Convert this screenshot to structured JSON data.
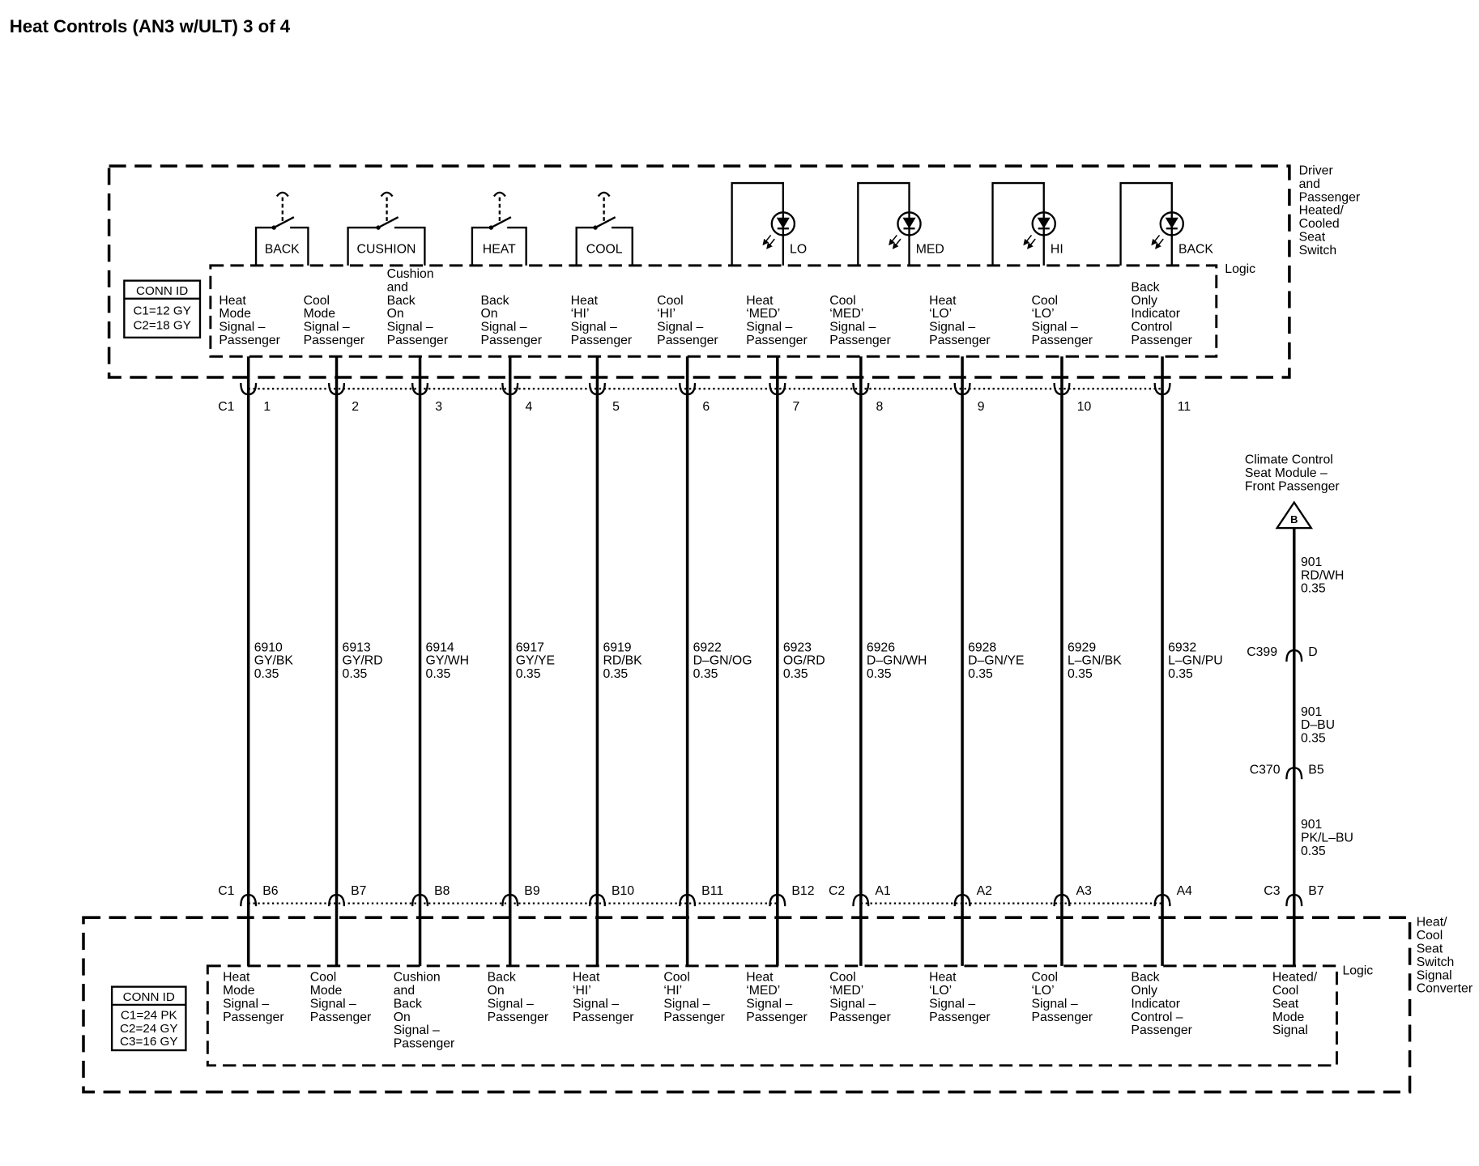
{
  "title": "Heat Controls (AN3 w/ULT) 3 of 4",
  "colors": {
    "ink": "#000000",
    "paper": "#ffffff"
  },
  "symbols": {
    "switch": "pushbutton-switch-icon",
    "indicator": "led-indicator-icon",
    "reference": "offpage-reference-triangle-icon",
    "terminal": "connector-terminal-icon"
  },
  "top_component": {
    "name_lines": [
      "Driver",
      "and",
      "Passenger",
      "Heated/",
      "Cooled",
      "Seat",
      "Switch"
    ],
    "logic_label": "Logic",
    "conn_id": {
      "header": "CONN ID",
      "lines": [
        "C1=12 GY",
        "C2=18 GY"
      ]
    },
    "switches": [
      "BACK",
      "CUSHION",
      "HEAT",
      "COOL"
    ],
    "indicators": [
      "LO",
      "MED",
      "HI",
      "BACK"
    ],
    "pin_labels": [
      [
        "Heat",
        "Mode",
        "Signal –",
        "Passenger"
      ],
      [
        "Cool",
        "Mode",
        "Signal –",
        "Passenger"
      ],
      [
        "Cushion",
        "and",
        "Back",
        "On",
        "Signal –",
        "Passenger"
      ],
      [
        "Back",
        "On",
        "Signal –",
        "Passenger"
      ],
      [
        "Heat",
        "‘HI’",
        "Signal –",
        "Passenger"
      ],
      [
        "Cool",
        "‘HI’",
        "Signal –",
        "Passenger"
      ],
      [
        "Heat",
        "‘MED’",
        "Signal –",
        "Passenger"
      ],
      [
        "Cool",
        "‘MED’",
        "Signal –",
        "Passenger"
      ],
      [
        "Heat",
        "‘LO’",
        "Signal –",
        "Passenger"
      ],
      [
        "Cool",
        "‘LO’",
        "Signal –",
        "Passenger"
      ],
      [
        "Back",
        "Only",
        "Indicator",
        "Control",
        "Passenger"
      ]
    ]
  },
  "harness": {
    "top_connector": "C1",
    "top_pins": [
      "1",
      "2",
      "3",
      "4",
      "5",
      "6",
      "7",
      "8",
      "9",
      "10",
      "11"
    ],
    "bottom_connectors": [
      "C1",
      "C2"
    ],
    "bottom_pins": [
      "B6",
      "B7",
      "B8",
      "B9",
      "B10",
      "B11",
      "B12",
      "A1",
      "A2",
      "A3",
      "A4"
    ],
    "wires": [
      {
        "circuit": "6910",
        "color": "GY/BK",
        "size": "0.35"
      },
      {
        "circuit": "6913",
        "color": "GY/RD",
        "size": "0.35"
      },
      {
        "circuit": "6914",
        "color": "GY/WH",
        "size": "0.35"
      },
      {
        "circuit": "6917",
        "color": "GY/YE",
        "size": "0.35"
      },
      {
        "circuit": "6919",
        "color": "RD/BK",
        "size": "0.35"
      },
      {
        "circuit": "6922",
        "color": "D–GN/OG",
        "size": "0.35"
      },
      {
        "circuit": "6923",
        "color": "OG/RD",
        "size": "0.35"
      },
      {
        "circuit": "6926",
        "color": "D–GN/WH",
        "size": "0.35"
      },
      {
        "circuit": "6928",
        "color": "D–GN/YE",
        "size": "0.35"
      },
      {
        "circuit": "6929",
        "color": "L–GN/BK",
        "size": "0.35"
      },
      {
        "circuit": "6932",
        "color": "L–GN/PU",
        "size": "0.35"
      }
    ]
  },
  "feed": {
    "source_lines": [
      "Climate Control",
      "Seat Module –",
      "Front Passenger"
    ],
    "source_ref": "B",
    "segments": [
      {
        "circuit": "901",
        "color": "RD/WH",
        "size": "0.35"
      },
      {
        "circuit": "901",
        "color": "D–BU",
        "size": "0.35"
      },
      {
        "circuit": "901",
        "color": "PK/L–BU",
        "size": "0.35"
      }
    ],
    "inline_connectors": [
      {
        "name": "C399",
        "pin": "D"
      },
      {
        "name": "C370",
        "pin": "B5"
      }
    ],
    "end_connector": {
      "name": "C3",
      "pin": "B7"
    }
  },
  "bottom_component": {
    "name_lines": [
      "Heat/",
      "Cool",
      "Seat",
      "Switch",
      "Signal",
      "Converter"
    ],
    "logic_label": "Logic",
    "conn_id": {
      "header": "CONN ID",
      "lines": [
        "C1=24 PK",
        "C2=24 GY",
        "C3=16 GY"
      ]
    },
    "pin_labels": [
      [
        "Heat",
        "Mode",
        "Signal –",
        "Passenger"
      ],
      [
        "Cool",
        "Mode",
        "Signal –",
        "Passenger"
      ],
      [
        "Cushion",
        "and",
        "Back",
        "On",
        "Signal –",
        "Passenger"
      ],
      [
        "Back",
        "On",
        "Signal –",
        "Passenger"
      ],
      [
        "Heat",
        "‘HI’",
        "Signal –",
        "Passenger"
      ],
      [
        "Cool",
        "‘HI’",
        "Signal –",
        "Passenger"
      ],
      [
        "Heat",
        "‘MED’",
        "Signal –",
        "Passenger"
      ],
      [
        "Cool",
        "‘MED’",
        "Signal –",
        "Passenger"
      ],
      [
        "Heat",
        "‘LO’",
        "Signal –",
        "Passenger"
      ],
      [
        "Cool",
        "‘LO’",
        "Signal –",
        "Passenger"
      ],
      [
        "Back",
        "Only",
        "Indicator",
        "Control –",
        "Passenger"
      ],
      [
        "Heated/",
        "Cool",
        "Seat",
        "Mode",
        "Signal"
      ]
    ]
  }
}
